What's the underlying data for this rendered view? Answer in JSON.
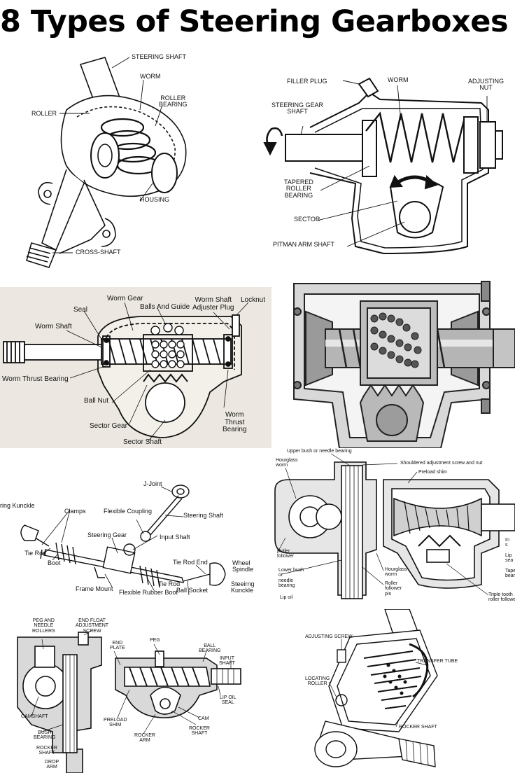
{
  "title": "8 Types of Steering Gearboxes",
  "colors": {
    "background": "#ffffff",
    "panel_tan": "#ece8e1",
    "ink": "#111111",
    "metal": "#b8b8b8"
  },
  "panels": [
    {
      "name": "worm-and-roller",
      "labels": {
        "steering_shaft": "STEERING SHAFT",
        "worm": "WORM",
        "roller_bearing": "ROLLER\nBEARING",
        "roller": "ROLLER",
        "housing": "HOUSING",
        "cross_shaft": "CROSS-SHAFT"
      }
    },
    {
      "name": "worm-and-sector",
      "labels": {
        "filler_plug": "FILLER PLUG",
        "worm": "WORM",
        "adjusting_nut": "ADJUSTING\nNUT",
        "steering_gear_shaft": "STEERING GEAR\nSHAFT",
        "tapered_roller_bearing": "TAPERED\nROLLER\nBEARING",
        "sector": "SECTOR",
        "pitman_arm_shaft": "PITMAN ARM SHAFT"
      }
    },
    {
      "name": "recirculating-ball",
      "labels": {
        "worm_gear": "Worm Gear",
        "balls_and_guide": "Balls And Guide",
        "worm_shaft_adjuster_plug": "Worm Shaft\nAdjuster Plug",
        "locknut": "Locknut",
        "seal": "Seal",
        "worm_shaft": "Worm Shaft",
        "worm_thrust_bearing_left": "Worm Thrust Bearing",
        "ball_nut": "Ball Nut",
        "sector_gear": "Sector Gear",
        "sector_shaft": "Sector Shaft",
        "worm_thrust_bearing_right": "Worm\nThrust\nBearing"
      }
    },
    {
      "name": "recirculating-ball-cutaway",
      "labels": {}
    },
    {
      "name": "rack-and-pinion",
      "labels": {
        "j_joint": "J-Joint",
        "steering_kunckle_left": "ring Kunckle",
        "clamps": "Clamps",
        "flexible_coupling": "Flexible Coupling",
        "steering_shaft": "Steering Shaft",
        "steering_gear": "Steering Gear",
        "input_shaft": "Input Shaft",
        "tie_rod_left": "Tie Rod",
        "boot": "Boot",
        "tie_rod_end": "Tie Rod End",
        "wheel_spindle": "Wheel\nSpindle",
        "frame_mount": "Frame Mount",
        "tie_rod": "Tie Rod",
        "flexible_rubber_boot": "Flexible Rubber Boot",
        "ball_socket": "Ball Socket",
        "steering_kunckle_right": "Steeirng\nKunckle"
      }
    },
    {
      "name": "worm-and-roller-hourglass",
      "labels": {
        "upper_bush": "Upper bush or needle bearing",
        "hourglass_worm_top": "Hourglass\nworm",
        "shouldered_screw": "Shouldered adjustment screw and nut",
        "preload_shim": "Preload shim",
        "roller_follower": "Roller\nfollower",
        "lower_bush": "Lower bush\nor\nneedle\nbearing",
        "hourglass_worm_mid": "Hourglass\nworm",
        "roller_follower_pin": "Roller\nfollower\npin",
        "lip_oil_left": "Lip oil",
        "in_right": "In\ns",
        "lip_seal_right": "Lip\nsea",
        "taper_bearing_right": "Tape\nbear",
        "triple_tooth": "Triple tooth\nroller follower"
      }
    },
    {
      "name": "cam-and-peg",
      "labels": {
        "peg_and_needle_rollers": "PEG AND\nNEEDLE\nROLLERS",
        "end_float_adjustment_screw": "END FLOAT\nADJUSTMENT\nSCREW",
        "end_plate": "END\nPLATE",
        "peg": "PEG",
        "ball_bearing": "BALL\nBEARING",
        "input_shaft": "INPUT\nSHAFT",
        "camshaft": "CAMSHAFT",
        "lip_oil_seal": "LIP OIL\nSEAL",
        "preload_shim": "PRELOAD\nSHIM",
        "cam": "CAM",
        "bush_bearing": "BUSH\nBEARING",
        "rocker_arm": "ROCKER\nARM",
        "rocker_shaft_mid": "ROCKER\nSHAFT",
        "rocker_shaft_left": "ROCKER\nSHAFT",
        "drop_arm": "DROP\nARM"
      }
    },
    {
      "name": "recirculating-ball-transfer-tube",
      "labels": {
        "adjusting_screw": "ADJUSTING SCREW",
        "transfer_tube": "TRANSFER TUBE",
        "locating_roller": "LOCATING\nROLLER",
        "rocker_shaft": "ROCKER SHAFT"
      }
    }
  ]
}
